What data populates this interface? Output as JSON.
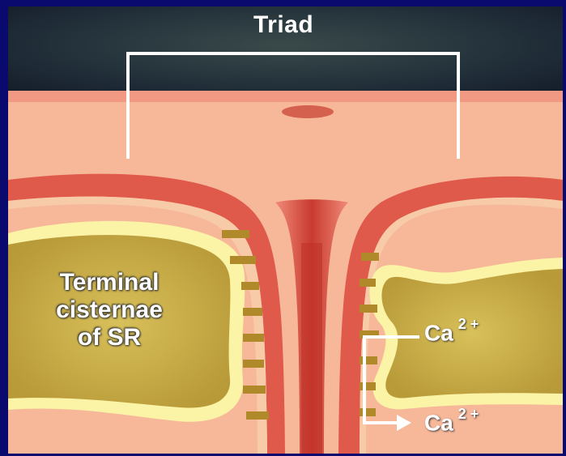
{
  "title": "Triad",
  "cisternae_label": [
    "Terminal",
    "cisternae",
    "of SR"
  ],
  "ion_top": {
    "symbol": "Ca",
    "charge": "2 +"
  },
  "ion_bottom": {
    "symbol": "Ca",
    "charge": "2 +"
  },
  "colors": {
    "border_blue": "#0a0a6e",
    "sarcoplasm": "#f7b89a",
    "membrane_red": "#e0554a",
    "tubule_red": "#cf4a3e",
    "cisterna_rim": "#fbf3a6",
    "cisterna_fill": "#cbb24a",
    "foot_protein": "#b08a2a",
    "label_white": "#ffffff"
  }
}
